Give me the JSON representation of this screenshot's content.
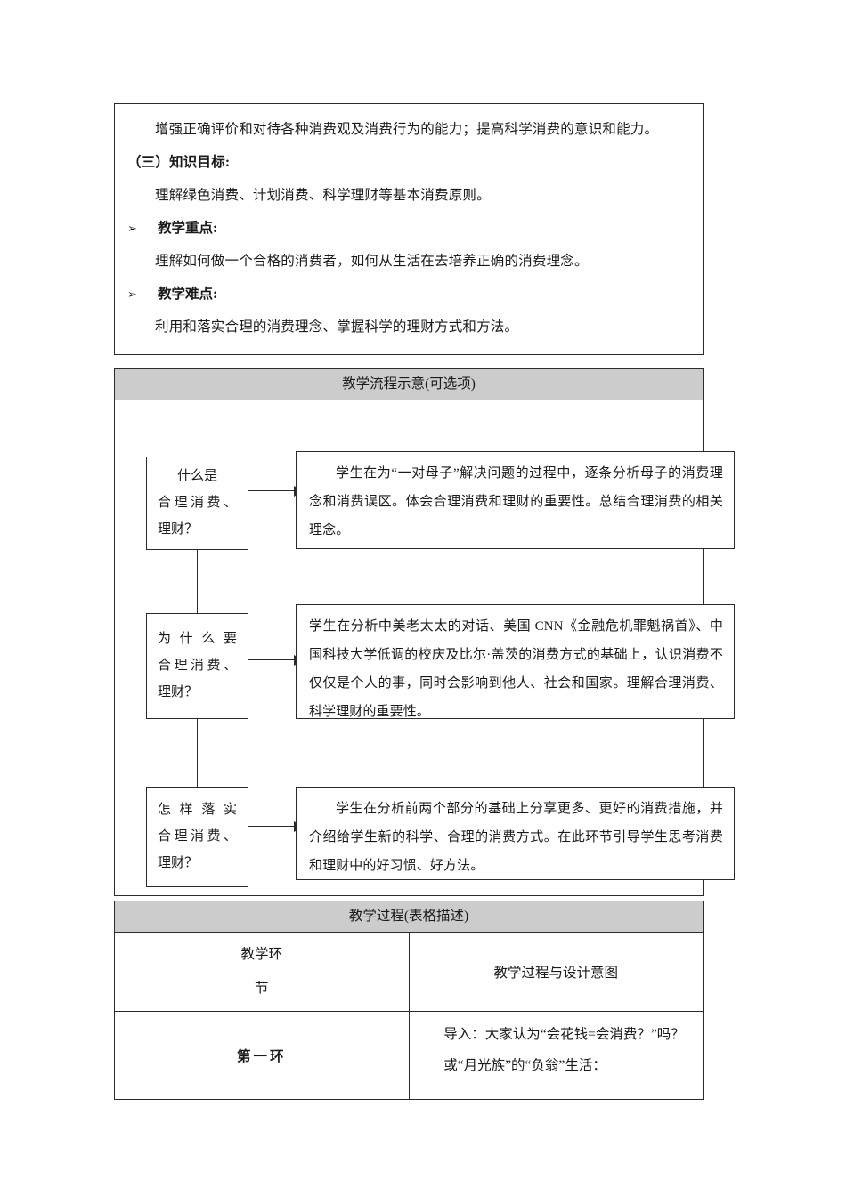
{
  "objectives": {
    "line_ability": "增强正确评价和对待各种消费观及消费行为的能力；提高科学消费的意识和能力。",
    "knowledge_heading": "（三）知识目标:",
    "knowledge_text": "理解绿色消费、计划消费、科学理财等基本消费原则。",
    "bullet_glyph": "➢",
    "key_point_heading": "教学重点:",
    "key_point_text": "理解如何做一个合格的消费者，如何从生活在去培养正确的消费理念。",
    "difficulty_heading": "教学难点:",
    "difficulty_text": "利用和落实合理的消费理念、掌握科学的理财方式和方法。"
  },
  "flow": {
    "header": "教学流程示意(可选项)",
    "nodes": [
      {
        "q_line1": "什么是",
        "q_line2": "合理消费、",
        "q_line3": "理财？",
        "desc": "学生在为“一对母子”解决问题的过程中，逐条分析母子的消费理念和消费误区。体会合理消费和理财的重要性。总结合理消费的相关理念。"
      },
      {
        "q_line1": "为什么要",
        "q_line2": "合理消费、",
        "q_line3": "理财？",
        "desc": "学生在分析中美老太太的对话、美国 CNN《金融危机罪魁祸首》、中国科技大学低调的校庆及比尔·盖茨的消费方式的基础上，认识消费不仅仅是个人的事，同时会影响到他人、社会和国家。理解合理消费、科学理财的重要性。"
      },
      {
        "q_line1": "怎样落实",
        "q_line2": "合理消费、",
        "q_line3": "理财？",
        "desc": "学生在分析前两个部分的基础上分享更多、更好的消费措施，并介绍给学生新的科学、合理的消费方式。在此环节引导学生思考消费和理财中的好习惯、好方法。"
      }
    ]
  },
  "process": {
    "header": "教学过程(表格描述)",
    "col_head_left_line1": "教学环",
    "col_head_left_line2": "节",
    "col_head_right": "教学过程与设计意图",
    "rows": [
      {
        "stage": "第一环",
        "line1": "导入：大家认为“会花钱=会消费？”吗？",
        "line2": "或“月光族”的“负翁”生活："
      }
    ]
  },
  "colors": {
    "header_gray": "#cccccc",
    "border": "#2b2b2b",
    "text": "#1a1a1a",
    "page_bg": "#ffffff"
  }
}
